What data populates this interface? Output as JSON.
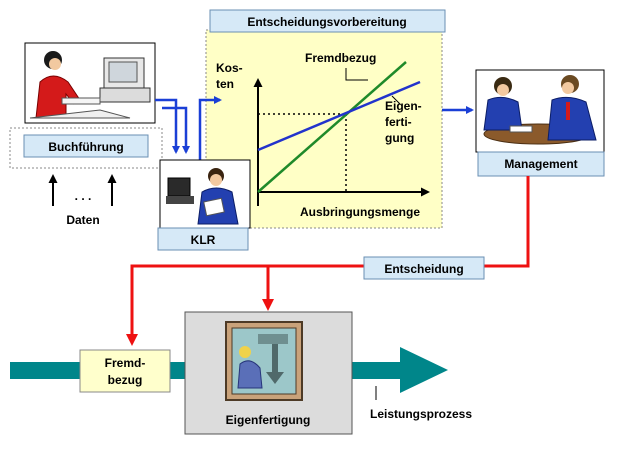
{
  "title_box": "Entscheidungsvorbereitung",
  "chart_labels": {
    "y_axis": [
      "Kos-",
      "ten"
    ],
    "x_axis": "Ausbringungsmenge",
    "line_fremdbezug": "Fremdbezug",
    "line_eigenfertigung": [
      "Eigen-",
      "ferti-",
      "gung"
    ]
  },
  "buchfuehrung": "Buchführung",
  "daten": {
    "dots": ". . .",
    "label": "Daten"
  },
  "klr": "KLR",
  "management": "Management",
  "entscheidung": "Entscheidung",
  "fremdbezug_box": [
    "Fremd-",
    "bezug"
  ],
  "eigenfertigung": "Eigenfertigung",
  "leistungsprozess": "Leistungsprozess",
  "colors": {
    "flow_blue": "#1a3fd6",
    "decision_red": "#ee1111",
    "process_teal": "#00868a",
    "chart_green": "#1f8a2a",
    "chart_blue": "#2233cc",
    "chart_bg": "#ffffc6",
    "label_box": "#d6e9f7",
    "cream_box": "#ffffcc"
  }
}
